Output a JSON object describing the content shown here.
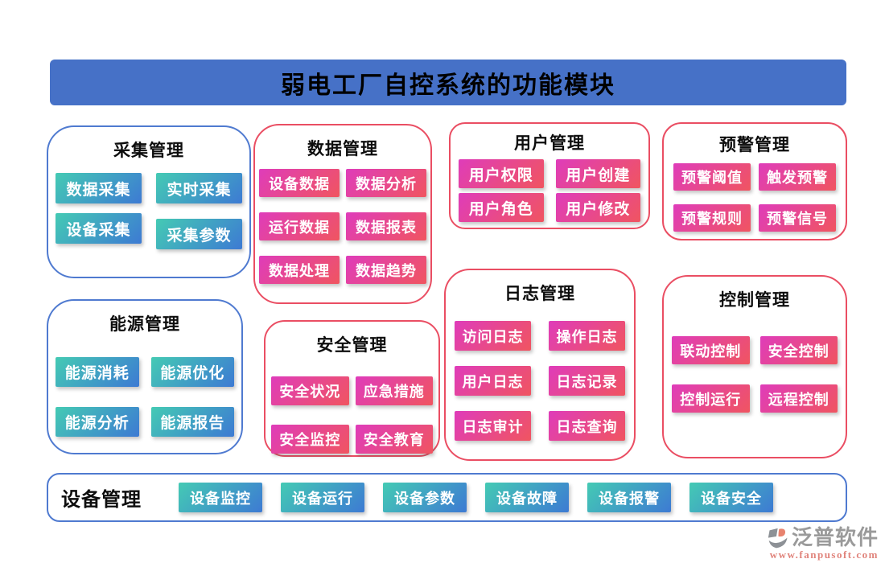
{
  "title": "弱电工厂自控系统的功能模块",
  "panels": [
    {
      "title": "采集管理",
      "buttons": [
        "数据采集",
        "实时采集",
        "设备采集",
        "采集参数"
      ]
    },
    {
      "title": "数据管理",
      "buttons": [
        "设备数据",
        "数据分析",
        "运行数据",
        "数据报表",
        "数据处理",
        "数据趋势"
      ]
    },
    {
      "title": "用户管理",
      "buttons": [
        "用户权限",
        "用户创建",
        "用户角色",
        "用户修改"
      ]
    },
    {
      "title": "预警管理",
      "buttons": [
        "预警阈值",
        "触发预警",
        "预警规则",
        "预警信号"
      ]
    },
    {
      "title": "能源管理",
      "buttons": [
        "能源消耗",
        "能源优化",
        "能源分析",
        "能源报告"
      ]
    },
    {
      "title": "安全管理",
      "buttons": [
        "安全状况",
        "应急措施",
        "安全监控",
        "安全教育"
      ]
    },
    {
      "title": "日志管理",
      "buttons": [
        "访问日志",
        "操作日志",
        "用户日志",
        "日志记录",
        "日志审计",
        "日志查询"
      ]
    },
    {
      "title": "控制管理",
      "buttons": [
        "联动控制",
        "安全控制",
        "控制运行",
        "远程控制"
      ]
    }
  ],
  "bottom_panel": {
    "title": "设备管理",
    "buttons": [
      "设备监控",
      "设备运行",
      "设备参数",
      "设备故障",
      "设备报警",
      "设备安全"
    ]
  },
  "footer": {
    "brand": "泛普软件",
    "url": "www.fanpusoft.com"
  },
  "colors": {
    "banner_bg": "#4671c7",
    "blue_border": "#4f7ad0",
    "pink_border": "#ea4e63",
    "teal_gradient_start": "#44cab4",
    "teal_gradient_end": "#3d7ad3",
    "pink_gradient_start": "#df3cba",
    "pink_gradient_end": "#f05560",
    "brand_gray": "#9a9a9a",
    "url_salmon": "#e0837b"
  }
}
